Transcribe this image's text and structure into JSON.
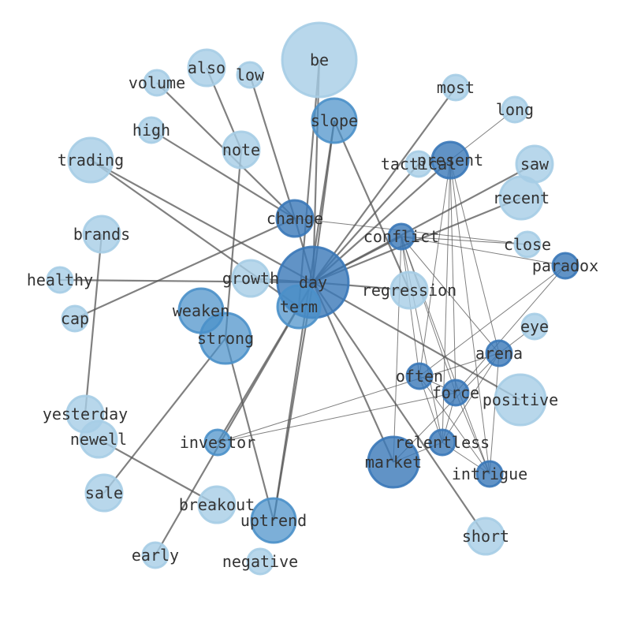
{
  "colors": {
    "node_light": "#a6cde6",
    "node_mid": "#4a90c9",
    "node_dark": "#3a78b8",
    "edge": "#555555",
    "label": "#333333"
  },
  "nodes": [
    {
      "id": "be",
      "label": "be",
      "tier": "light"
    },
    {
      "id": "also",
      "label": "also",
      "tier": "light"
    },
    {
      "id": "low",
      "label": "low",
      "tier": "light"
    },
    {
      "id": "volume",
      "label": "volume",
      "tier": "light"
    },
    {
      "id": "most",
      "label": "most",
      "tier": "light"
    },
    {
      "id": "long",
      "label": "long",
      "tier": "light"
    },
    {
      "id": "slope",
      "label": "slope",
      "tier": "mid"
    },
    {
      "id": "high",
      "label": "high",
      "tier": "light"
    },
    {
      "id": "note",
      "label": "note",
      "tier": "light"
    },
    {
      "id": "trading",
      "label": "trading",
      "tier": "light"
    },
    {
      "id": "tactical",
      "label": "tactical",
      "tier": "light"
    },
    {
      "id": "present",
      "label": "present",
      "tier": "dark"
    },
    {
      "id": "saw",
      "label": "saw",
      "tier": "light"
    },
    {
      "id": "recent",
      "label": "recent",
      "tier": "light"
    },
    {
      "id": "change",
      "label": "change",
      "tier": "dark"
    },
    {
      "id": "brands",
      "label": "brands",
      "tier": "light"
    },
    {
      "id": "conflict",
      "label": "conflict",
      "tier": "dark"
    },
    {
      "id": "close",
      "label": "close",
      "tier": "light"
    },
    {
      "id": "paradox",
      "label": "paradox",
      "tier": "dark"
    },
    {
      "id": "healthy",
      "label": "healthy",
      "tier": "light"
    },
    {
      "id": "growth",
      "label": "growth",
      "tier": "light"
    },
    {
      "id": "day",
      "label": "day",
      "tier": "dark"
    },
    {
      "id": "regression",
      "label": "regression",
      "tier": "light"
    },
    {
      "id": "term",
      "label": "term",
      "tier": "mid"
    },
    {
      "id": "weaken",
      "label": "weaken",
      "tier": "mid"
    },
    {
      "id": "cap",
      "label": "cap",
      "tier": "light"
    },
    {
      "id": "strong",
      "label": "strong",
      "tier": "mid"
    },
    {
      "id": "eye",
      "label": "eye",
      "tier": "light"
    },
    {
      "id": "arena",
      "label": "arena",
      "tier": "dark"
    },
    {
      "id": "often",
      "label": "often",
      "tier": "dark"
    },
    {
      "id": "force",
      "label": "force",
      "tier": "dark"
    },
    {
      "id": "positive",
      "label": "positive",
      "tier": "light"
    },
    {
      "id": "yesterday",
      "label": "yesterday",
      "tier": "light"
    },
    {
      "id": "newell",
      "label": "newell",
      "tier": "light"
    },
    {
      "id": "investor",
      "label": "investor",
      "tier": "mid"
    },
    {
      "id": "relentless",
      "label": "relentless",
      "tier": "dark"
    },
    {
      "id": "market",
      "label": "market",
      "tier": "dark"
    },
    {
      "id": "intrigue",
      "label": "intrigue",
      "tier": "dark"
    },
    {
      "id": "sale",
      "label": "sale",
      "tier": "light"
    },
    {
      "id": "breakout",
      "label": "breakout",
      "tier": "light"
    },
    {
      "id": "uptrend",
      "label": "uptrend",
      "tier": "mid"
    },
    {
      "id": "short",
      "label": "short",
      "tier": "light"
    },
    {
      "id": "early",
      "label": "early",
      "tier": "light"
    },
    {
      "id": "negative",
      "label": "negative",
      "tier": "light"
    }
  ],
  "edges": [
    [
      "day",
      "trading"
    ],
    [
      "day",
      "healthy"
    ],
    [
      "day",
      "slope"
    ],
    [
      "day",
      "change"
    ],
    [
      "day",
      "conflict"
    ],
    [
      "day",
      "present"
    ],
    [
      "day",
      "saw"
    ],
    [
      "day",
      "recent"
    ],
    [
      "day",
      "most"
    ],
    [
      "day",
      "tactical"
    ],
    [
      "day",
      "regression"
    ],
    [
      "day",
      "positive"
    ],
    [
      "day",
      "market"
    ],
    [
      "day",
      "uptrend"
    ],
    [
      "day",
      "investor"
    ],
    [
      "day",
      "early"
    ],
    [
      "day",
      "short"
    ],
    [
      "day",
      "growth"
    ],
    [
      "day",
      "be"
    ],
    [
      "change",
      "volume"
    ],
    [
      "change",
      "high"
    ],
    [
      "change",
      "low"
    ],
    [
      "change",
      "close"
    ],
    [
      "change",
      "cap"
    ],
    [
      "trading",
      "term"
    ],
    [
      "note",
      "also"
    ],
    [
      "note",
      "strong"
    ],
    [
      "be",
      "term"
    ],
    [
      "slope",
      "regression"
    ],
    [
      "slope",
      "uptrend"
    ],
    [
      "brands",
      "yesterday"
    ],
    [
      "newell",
      "breakout"
    ],
    [
      "strong",
      "uptrend"
    ],
    [
      "strong",
      "sale"
    ],
    [
      "conflict",
      "close"
    ],
    [
      "conflict",
      "paradox"
    ],
    [
      "conflict",
      "arena"
    ],
    [
      "conflict",
      "force"
    ],
    [
      "conflict",
      "relentless"
    ],
    [
      "conflict",
      "intrigue"
    ],
    [
      "conflict",
      "often"
    ],
    [
      "conflict",
      "market"
    ],
    [
      "present",
      "arena"
    ],
    [
      "present",
      "often"
    ],
    [
      "present",
      "force"
    ],
    [
      "present",
      "relentless"
    ],
    [
      "present",
      "intrigue"
    ],
    [
      "present",
      "long"
    ],
    [
      "paradox",
      "often"
    ],
    [
      "paradox",
      "force"
    ],
    [
      "arena",
      "investor"
    ],
    [
      "arena",
      "relentless"
    ],
    [
      "arena",
      "intrigue"
    ],
    [
      "arena",
      "eye"
    ],
    [
      "arena",
      "market"
    ],
    [
      "often",
      "force"
    ],
    [
      "often",
      "relentless"
    ],
    [
      "often",
      "intrigue"
    ],
    [
      "force",
      "relentless"
    ],
    [
      "force",
      "intrigue"
    ],
    [
      "force",
      "investor"
    ],
    [
      "relentless",
      "intrigue"
    ],
    [
      "relentless",
      "market"
    ]
  ]
}
